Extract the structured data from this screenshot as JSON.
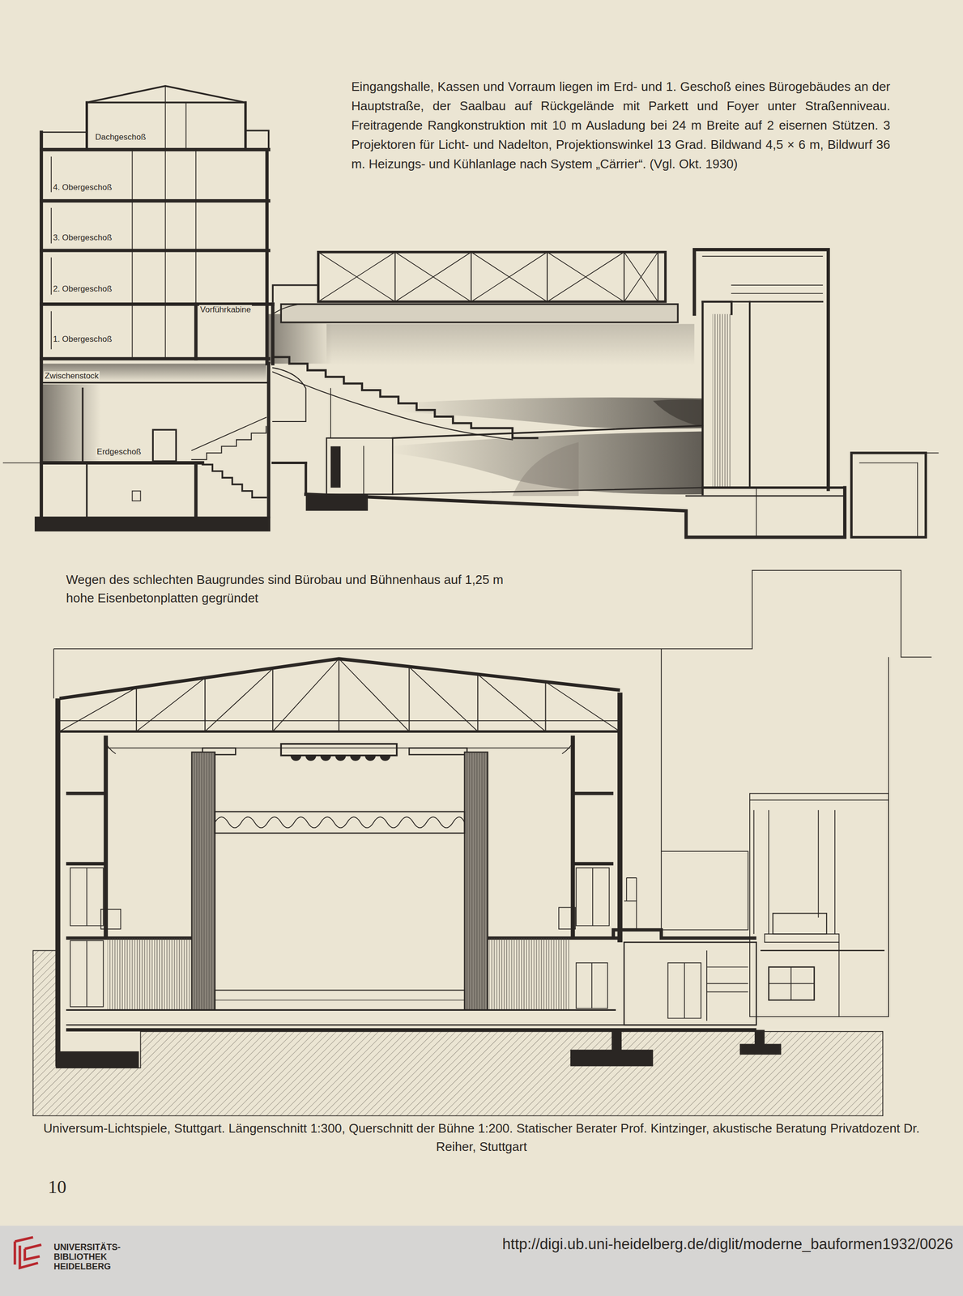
{
  "diagram": {
    "caption": "Universum-Lichtspiele, Stuttgart. Längenschnitt 1:300, Querschnitt der Bühne 1:200. Statischer Berater Prof. Kintzinger, akustische Beratung Privatdozent Dr. Reiher, Stuttgart",
    "labels": [
      "Eingangshalle, Kassen und Vorraum liegen im Erd- und 1. Geschoß eines Bürogebäudes an der Hauptstraße, der Saalbau auf Rückgelände mit Parkett und Foyer unter Straßenniveau. Freitragende Rangkonstruktion mit 10 m Ausladung bei 24 m Breite auf 2 eisernen Stützen. 3 Projektoren für Licht- und Nadelton, Projektionswinkel 13 Grad. Bildwand 4,5 × 6 m, Bildwurf 36 m. Heizungs- und Kühlanlage nach System „Cärrier“. (Vgl. Okt. 1930)",
      "Dachgeschoß",
      "4. Obergeschoß",
      "3. Obergeschoß",
      "2. Obergeschoß",
      "1. Obergeschoß",
      "Vorführkabine",
      "Zwischenstock",
      "Erdgeschoß",
      "Wegen des schlechten Baugrundes sind Bürobau und Bühnenhaus auf 1,25 m hohe Eisenbetonplatten gegründet",
      "10",
      "UNIVERSITÄTS- BIBLIOTHEK HEIDELBERG",
      "http://digi.ub.uni-heidelberg.de/diglit/moderne_bauformen1932/0026"
    ]
  }
}
